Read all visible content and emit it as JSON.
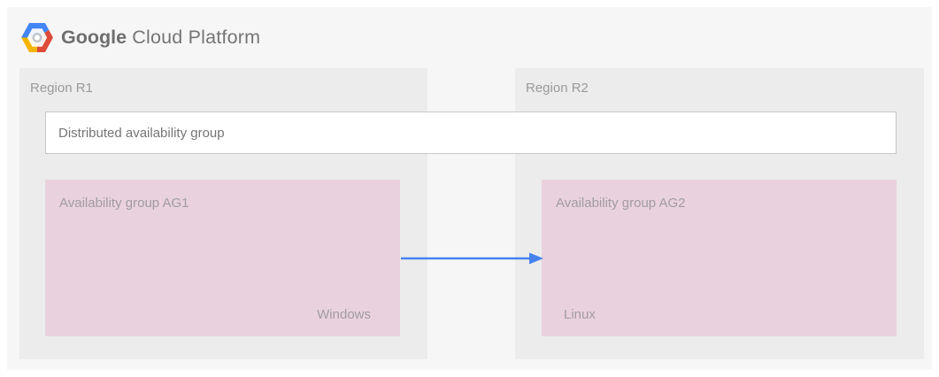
{
  "header": {
    "logo_alt": "Google Cloud Platform hexagon logo",
    "brand_bold": "Google",
    "brand_rest": " Cloud Platform"
  },
  "diagram": {
    "region1": {
      "label": "Region R1"
    },
    "region2": {
      "label": "Region R2"
    },
    "distributed_group": {
      "label": "Distributed availability group"
    },
    "ag1": {
      "label": "Availability group AG1",
      "os": "Windows"
    },
    "ag2": {
      "label": "Availability group AG2",
      "os": "Linux"
    },
    "arrow": {
      "direction": "AG1 to AG2"
    }
  },
  "theme": {
    "panel": "#f6f6f6",
    "region": "#ececec",
    "pink": "#e9d2dd",
    "arrow": "#4683f0",
    "logo-blue": "#4285f4",
    "logo-red": "#dd4b39",
    "logo-yellow": "#f4b400"
  }
}
